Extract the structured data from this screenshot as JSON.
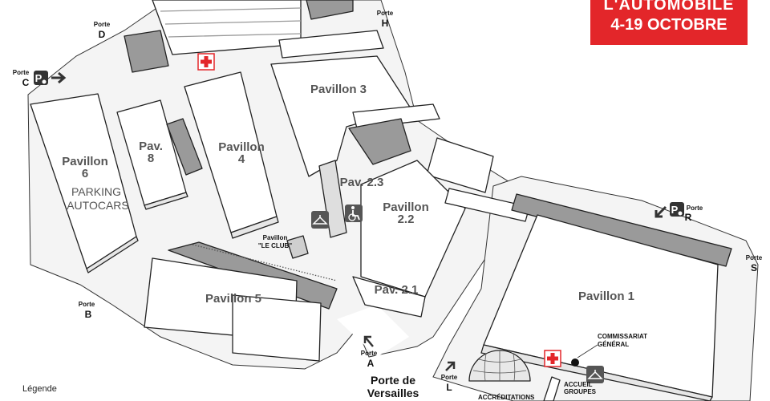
{
  "banner": {
    "line1": "L'AUTOMOBILE",
    "line2": "4-19 OCTOBRE"
  },
  "legend": "Légende",
  "main_entrance": {
    "line1": "Porte de",
    "line2": "Versailles"
  },
  "pavilions": {
    "p1": "Pavillon 1",
    "p22_a": "Pavillon",
    "p22_b": "2.2",
    "p21": "Pav. 2.1",
    "p23": "Pav. 2.3",
    "p3": "Pavillon 3",
    "p4_a": "Pavillon",
    "p4_b": "4",
    "p5": "Pavillon 5",
    "p6_a": "Pavillon",
    "p6_b": "6",
    "p8_a": "Pav.",
    "p8_b": "8",
    "club_a": "Pavillon",
    "club_b": "\"LE CLUB\""
  },
  "parking": {
    "line1": "PARKING",
    "line2": "AUTOCARS"
  },
  "gates": {
    "word": "Porte",
    "a": "A",
    "b": "B",
    "c": "C",
    "d": "D",
    "h": "H",
    "l": "L",
    "r": "R",
    "s": "S"
  },
  "services": {
    "commissariat_a": "COMMISSARIAT",
    "commissariat_b": "GÉNÉRAL",
    "accueil_a": "ACCUEIL",
    "accueil_b": "GROUPES",
    "accreditations": "ACCRÉDITATIONS"
  },
  "icons": [
    "first-aid-cross-icon",
    "coat-check-icon",
    "wheelchair-icon",
    "parking-icon",
    "arrow-icon",
    "dome-icon"
  ],
  "colors": {
    "banner_red": "#e3262a",
    "first_aid_red": "#e3262a",
    "building_fill": "#ffffff",
    "grounds_fill": "#f4f4f4",
    "shade_fill": "#9a9a9a",
    "outline": "#222222"
  }
}
